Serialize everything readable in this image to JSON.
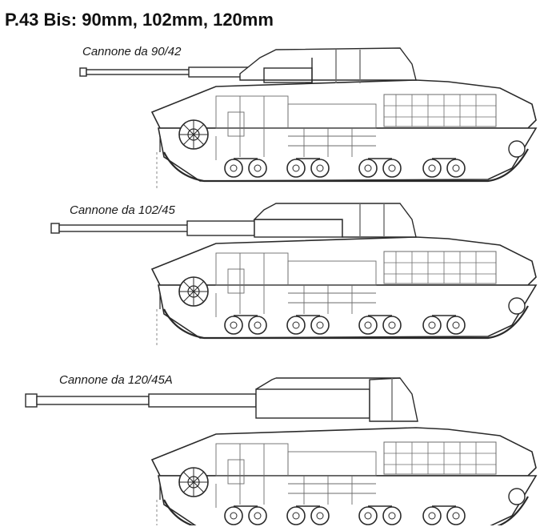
{
  "title": "P.43 Bis: 90mm, 102mm, 120mm",
  "variants": [
    {
      "caption": "Cannone da 90/42"
    },
    {
      "caption": "Cannone da 102/45"
    },
    {
      "caption": "Cannone da 120/45A"
    }
  ],
  "colors": {
    "line": "#2a2a2a",
    "hatch": "#6b6b6b",
    "paper": "#ffffff"
  }
}
